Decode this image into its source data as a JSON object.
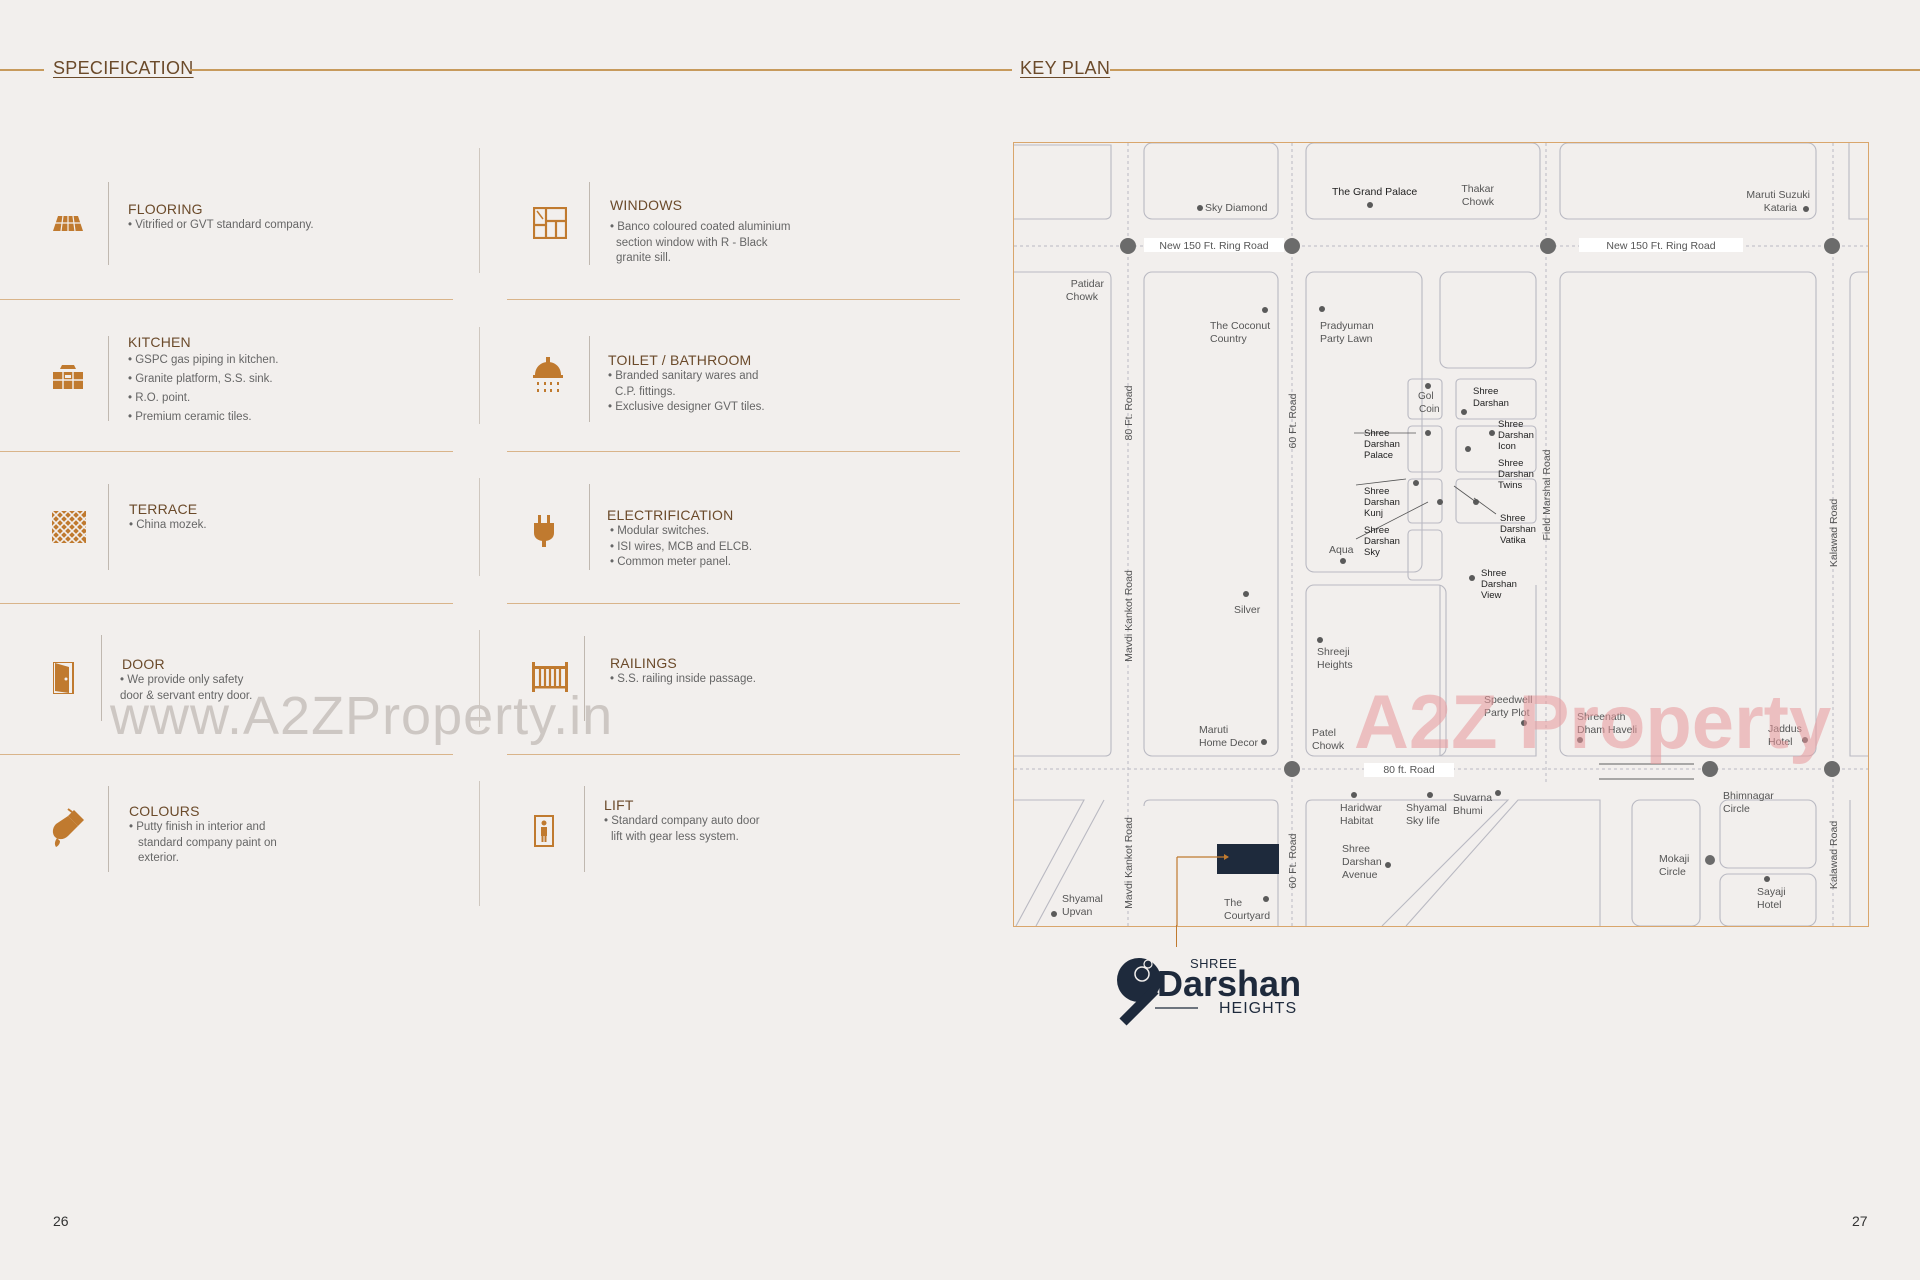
{
  "headers": {
    "specification": "SPECIFICATION",
    "key_plan": "KEY PLAN"
  },
  "specs": {
    "flooring": {
      "title": "FLOORING",
      "lines": [
        "• Vitrified or GVT standard company."
      ]
    },
    "kitchen": {
      "title": "KITCHEN",
      "lines": [
        "• GSPC gas piping in kitchen.",
        "• Granite platform, S.S. sink.",
        "• R.O. point.",
        "• Premium ceramic tiles."
      ]
    },
    "terrace": {
      "title": "TERRACE",
      "lines": [
        "• China mozek."
      ]
    },
    "door": {
      "title": "DOOR",
      "lines": [
        "• We provide only safety",
        "door & servant entry door."
      ]
    },
    "colours": {
      "title": "COLOURS",
      "lines": [
        "• Putty finish in interior and",
        "standard company paint on",
        "exterior."
      ]
    },
    "windows": {
      "title": "WINDOWS",
      "lines": [
        "• Banco coloured coated aluminium",
        "section window with R - Black",
        "granite sill."
      ]
    },
    "toilet": {
      "title": "TOILET / BATHROOM",
      "lines": [
        "• Branded sanitary wares and",
        "C.P. fittings.",
        "• Exclusive designer GVT tiles."
      ]
    },
    "electrification": {
      "title": "ELECTRIFICATION",
      "lines": [
        "• Modular switches.",
        "• ISI wires, MCB and ELCB.",
        "• Common meter panel."
      ]
    },
    "railings": {
      "title": "RAILINGS",
      "lines": [
        "• S.S. railing inside passage."
      ]
    },
    "lift": {
      "title": "LIFT",
      "lines": [
        "• Standard company auto door",
        "lift with gear less system."
      ]
    }
  },
  "watermark": "www.A2ZProperty.in",
  "map": {
    "roads": {
      "ring1": "New 150 Ft. Ring Road",
      "ring2": "New 150 Ft. Ring Road",
      "r80ft": "80 Ft. Road",
      "r60ft": "60 Ft. Road",
      "field_marshal": "Field Marshal Road",
      "kalawad1": "Kalawad Road",
      "mavdi1": "Mavdi Kankot Road",
      "r80road": "80 ft. Road",
      "mavdi2": "Mavdi Kankot Road",
      "r60ft2": "60 Ft. Road",
      "kalawad2": "Kalawad Road"
    },
    "places": {
      "sky_diamond": "Sky Diamond",
      "grand_palace": "The Grand Palace",
      "thakar": [
        "Thakar",
        "Chowk"
      ],
      "maruti_suzuki": [
        "Maruti Suzuki",
        "Kataria"
      ],
      "patidar": [
        "Patidar",
        "Chowk"
      ],
      "coconut": [
        "The Coconut",
        "Country"
      ],
      "pradyuman": [
        "Pradyuman",
        "Party Lawn"
      ],
      "gol_coin": [
        "Gol",
        "Coin"
      ],
      "sd1": [
        "Shree",
        "Darshan"
      ],
      "sd_palace": [
        "Shree",
        "Darshan",
        "Palace"
      ],
      "sd_icon": [
        "Shree",
        "Darshan",
        "Icon"
      ],
      "sd_twins": [
        "Shree",
        "Darshan",
        "Twins"
      ],
      "sd_kunj": [
        "Shree",
        "Darshan",
        "Kunj"
      ],
      "sd_sky": [
        "Shree",
        "Darshan",
        "Sky"
      ],
      "sd_vatika": [
        "Shree",
        "Darshan",
        "Vatika"
      ],
      "aqua": "Aqua",
      "sd_view": [
        "Shree",
        "Darshan",
        "View"
      ],
      "silver": "Silver",
      "shreeji": [
        "Shreeji",
        "Heights"
      ],
      "speedwell": [
        "Speedwell",
        "Party Plot"
      ],
      "shreenath": [
        "Shreenath",
        "Dham Haveli"
      ],
      "jaddus": [
        "Jaddus",
        "Hotel"
      ],
      "maruti_home": [
        "Maruti",
        "Home Decor"
      ],
      "patel": [
        "Patel",
        "Chowk"
      ],
      "haridwar": [
        "Haridwar",
        "Habitat"
      ],
      "shyamal_sky": [
        "Shyamal",
        "Sky life"
      ],
      "suvarna": [
        "Suvarna",
        "Bhumi"
      ],
      "bhimnagar": [
        "Bhimnagar",
        "Circle"
      ],
      "sd_avenue": [
        "Shree",
        "Darshan",
        "Avenue"
      ],
      "mokaji": [
        "Mokaji",
        "Circle"
      ],
      "sayaji": [
        "Sayaji",
        "Hotel"
      ],
      "shyamal_upvan": [
        "Shyamal",
        "Upvan"
      ],
      "courtyard": [
        "The",
        "Courtyard"
      ]
    },
    "watermark": "A2Z Property"
  },
  "logo": {
    "top": "SHREE",
    "main": "Darshan",
    "sub": "HEIGHTS"
  },
  "page_numbers": {
    "left": "26",
    "right": "27"
  },
  "colors": {
    "accent": "#c07a2f",
    "gold_line": "#c79a5c",
    "navy": "#1e2a3c",
    "background": "#f2efed"
  }
}
